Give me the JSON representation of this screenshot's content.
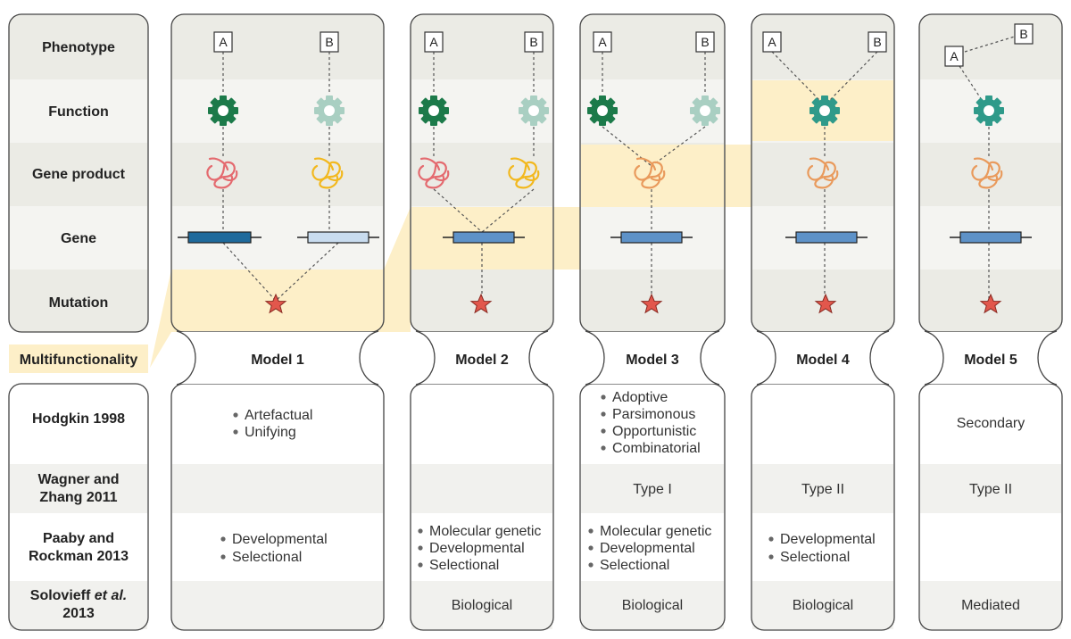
{
  "rows_top": [
    "Phenotype",
    "Function",
    "Gene product",
    "Gene",
    "Mutation"
  ],
  "multifunctionality_label": "Multifunctionality",
  "models": [
    {
      "title": "Model 1"
    },
    {
      "title": "Model 2"
    },
    {
      "title": "Model 3"
    },
    {
      "title": "Model 4"
    },
    {
      "title": "Model 5"
    }
  ],
  "phenotype_letters": [
    "A",
    "B"
  ],
  "rows_bottom": [
    {
      "lines": [
        "Hodgkin 1998"
      ]
    },
    {
      "lines": [
        "Wagner and",
        "Zhang 2011"
      ]
    },
    {
      "lines": [
        "Paaby and",
        "Rockman 2013"
      ]
    },
    {
      "lines": [
        "Solovieff",
        " et al.",
        "2013"
      ]
    }
  ],
  "cells": {
    "hodgkin": {
      "m1": [
        "Artefactual",
        "Unifying"
      ],
      "m3": [
        "Adoptive",
        "Parsimonous",
        "Opportunistic",
        "Combinatorial"
      ],
      "m5": "Secondary"
    },
    "wagner": {
      "m3": "Type I",
      "m4": "Type II",
      "m5": "Type II"
    },
    "paaby": {
      "m1": [
        "Developmental",
        "Selectional"
      ],
      "m2": [
        "Molecular genetic",
        "Developmental",
        "Selectional"
      ],
      "m3": [
        "Molecular genetic",
        "Developmental",
        "Selectional"
      ],
      "m4": [
        "Developmental",
        "Selectional"
      ]
    },
    "solovieff": {
      "m2": "Biological",
      "m3": "Biological",
      "m4": "Biological",
      "m5": "Mediated"
    }
  },
  "colors": {
    "highlight": "#fdefc8",
    "panel_stroke": "#444444",
    "dark_gear": "#1c7a4a",
    "light_gear": "#a9cfc2",
    "teal_gear": "#2f9a8a",
    "red_coil": "#e46a6f",
    "yellow_coil": "#f2b81e",
    "orange_coil": "#e99a5c",
    "dark_gene": "#1f6a9c",
    "light_gene": "#c9dcef",
    "mid_gene": "#5e92c8",
    "star": "#e2574c"
  }
}
